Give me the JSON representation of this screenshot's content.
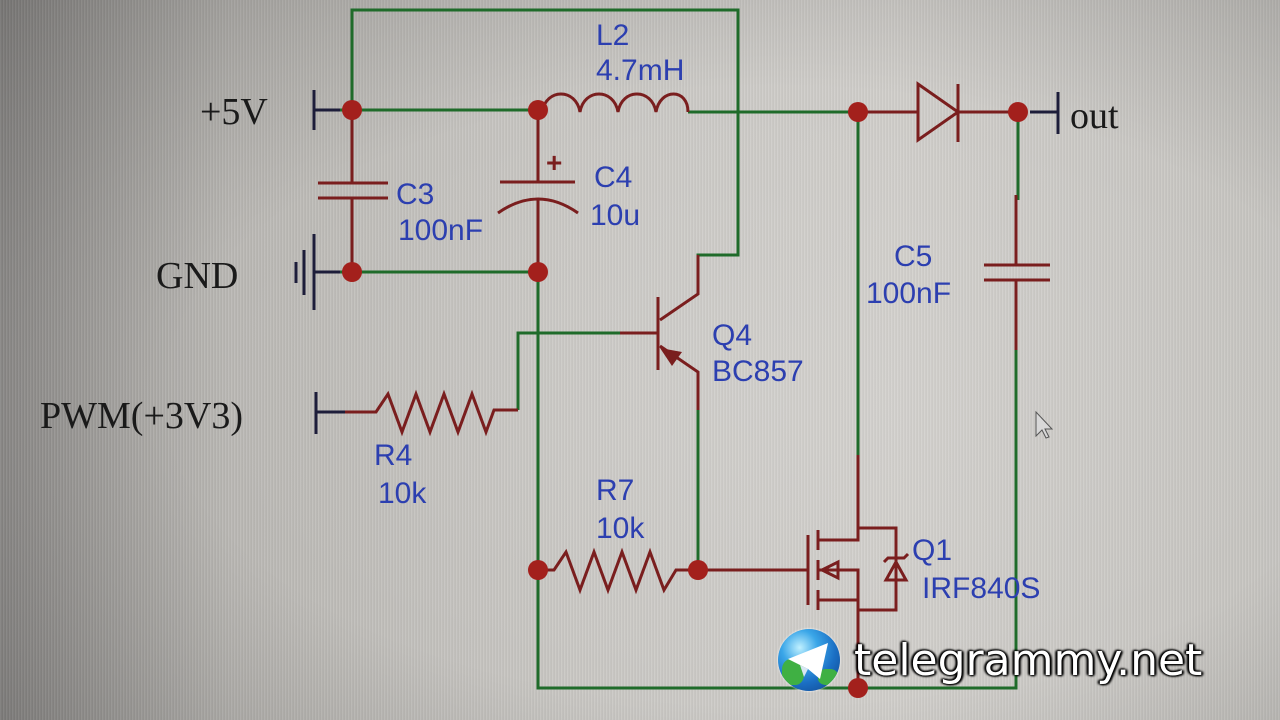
{
  "ports": {
    "vplus": "+5V",
    "gnd": "GND",
    "pwm": "PWM(+3V3)",
    "out": "out"
  },
  "components": {
    "L2": {
      "ref": "L2",
      "value": "4.7mH"
    },
    "C3": {
      "ref": "C3",
      "value": "100nF"
    },
    "C4": {
      "ref": "C4",
      "value": "10u",
      "polarity": "+"
    },
    "C5": {
      "ref": "C5",
      "value": "100nF"
    },
    "Q4": {
      "ref": "Q4",
      "value": "BC857"
    },
    "R4": {
      "ref": "R4",
      "value": "10k"
    },
    "R7": {
      "ref": "R7",
      "value": "10k"
    },
    "Q1": {
      "ref": "Q1",
      "value": "IRF840S"
    }
  },
  "colors": {
    "wire": "#1f6b2a",
    "component": "#7a1e1e",
    "junction": "#a3201c",
    "label": "#2c3fb0"
  },
  "watermark": {
    "text": "telegrammy.net",
    "icon": "telegram-globe-icon"
  }
}
